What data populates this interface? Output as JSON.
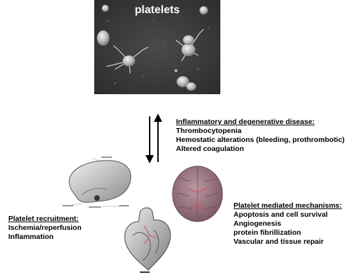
{
  "micrograph": {
    "title": "platelets"
  },
  "disease_block": {
    "heading": "Inflammatory  and degenerative disease:",
    "items": [
      "Thrombocytopenia",
      "Hemostatic alterations (bleeding, prothrombotic)",
      "Altered coagulation"
    ]
  },
  "mechanisms_block": {
    "heading": "Platelet mediated mechanisms:",
    "items": [
      "Apoptosis and cell survival",
      "Angiogenesis",
      "protein fibrillization",
      "Vascular and tissue repair"
    ]
  },
  "recruitment_block": {
    "heading": "Platelet recruitment:",
    "items": [
      "Ischemia/reperfusion",
      "Inflammation"
    ]
  },
  "organs": {
    "liver": "liver-illustration",
    "brain": "brain-illustration",
    "heart": "heart-illustration"
  },
  "colors": {
    "micrograph_bg": "#3c3c3c",
    "platelet": "#d8d8d8",
    "brain": "#9e7b84",
    "heart_vessel": "#c88aa0"
  }
}
